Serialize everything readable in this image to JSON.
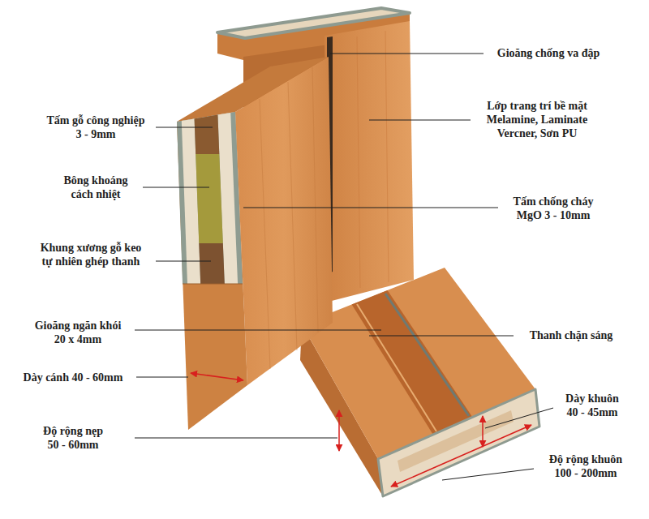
{
  "diagram": {
    "labels": [
      "Tấm gỗ công nghiệp 3 - 9mm",
      "Bông khoáng cách nhiệt",
      "Khung xương gỗ keo tự nhiên ghép thanh",
      "Gioăng ngăn khói 20 x 4mm",
      "Dày cánh 40 - 60mm",
      "Độ rộng nẹp 50 - 60mm",
      "Gioăng chống va đập",
      "Lớp trang trí bề mặt Melamine, Laminate Vercner, Sơn PU",
      "Tấm chống cháy MgO 3 - 10mm",
      "Thanh chặn sáng",
      "Dày khuôn 40 - 45mm",
      "Độ rộng khuôn 100 - 200mm"
    ]
  }
}
